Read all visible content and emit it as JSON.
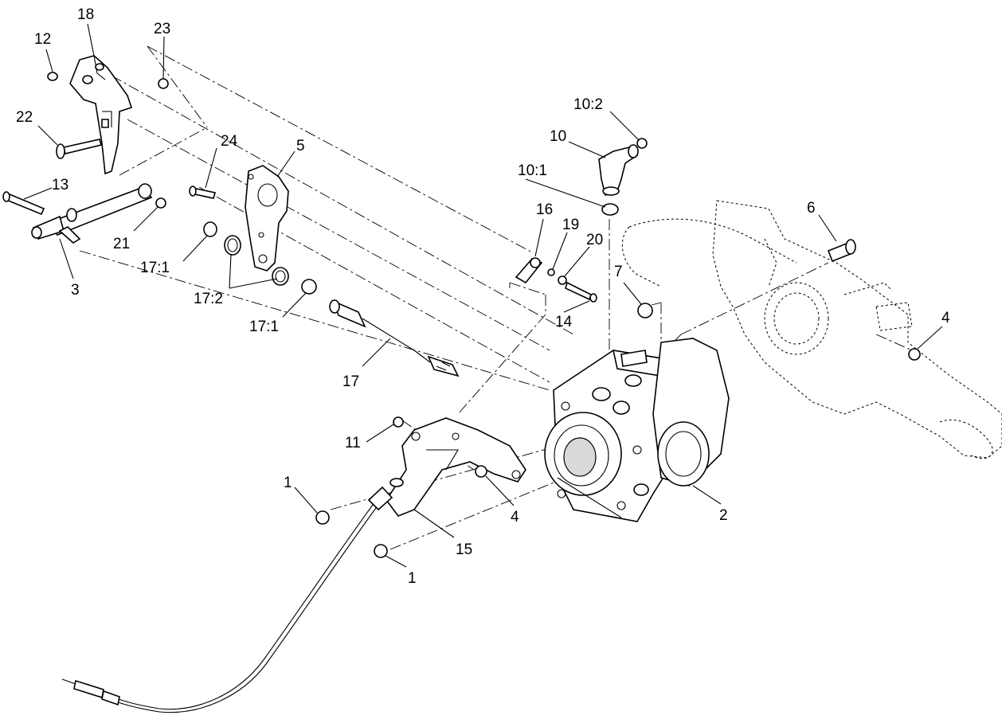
{
  "callouts": {
    "c1a": "1",
    "c1b": "1",
    "c2": "2",
    "c3": "3",
    "c4a": "4",
    "c4b": "4",
    "c5": "5",
    "c6": "6",
    "c7": "7",
    "c10": "10",
    "c10_1": "10:1",
    "c10_2": "10:2",
    "c11": "11",
    "c12": "12",
    "c13": "13",
    "c14": "14",
    "c15": "15",
    "c16": "16",
    "c17": "17",
    "c17_1a": "17:1",
    "c17_1b": "17:1",
    "c17_2": "17:2",
    "c18": "18",
    "c19": "19",
    "c20": "20",
    "c21": "21",
    "c22": "22",
    "c23": "23",
    "c24": "24"
  }
}
